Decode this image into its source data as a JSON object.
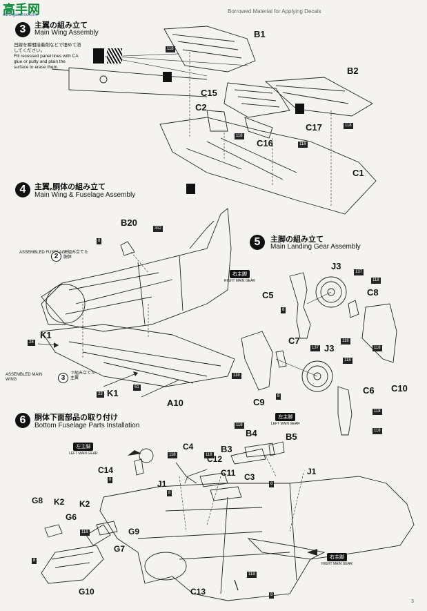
{
  "watermark": {
    "site_cn": "高手网",
    "site_url": "www.gaoshou.com"
  },
  "header_text": "Borrowed Material for Applying Decals",
  "step3": {
    "num": "3",
    "title_jp": "主翼の組み立て",
    "title_en": "Main Wing Assembly",
    "note_jp": "凹線を瞬間接着剤などで埋めて消してください。",
    "note_en": [
      "Fill recessed panel lines with CA",
      "glue or putty and plain the",
      "surface to erase them."
    ],
    "parts": [
      "B1",
      "B2",
      "C15",
      "C2",
      "C17",
      "C16",
      "C1"
    ]
  },
  "step4": {
    "num": "4",
    "title_jp": "主翼,胴体の組み立て",
    "title_en": "Main Wing & Fuselage Assembly",
    "parts": [
      "B20",
      "K1",
      "K1",
      "A10"
    ],
    "assembled_fuselage": {
      "en": "ASSEMBLED FUSELAGE",
      "num": "2",
      "jp": "で組み立てた胴体"
    },
    "assembled_wing": {
      "en": "ASSEMBLED MAIN WING",
      "num": "3",
      "jp": "で組み立てた主翼"
    }
  },
  "step5": {
    "num": "5",
    "title_jp": "主脚の組み立て",
    "title_en": "Main Landing Gear Assembly",
    "parts": [
      "J3",
      "C5",
      "C8",
      "C7",
      "J3",
      "C10",
      "C9",
      "C6"
    ],
    "right_gear": {
      "jp": "右主脚",
      "en": "RIGHT MAIN GEAR"
    },
    "left_gear": {
      "jp": "左主脚",
      "en": "LEFT MAIN GEAR"
    }
  },
  "step6": {
    "num": "6",
    "title_jp": "胴体下面部品の取り付け",
    "title_en": "Bottom Fuselage Parts Installation",
    "parts": [
      "B4",
      "B5",
      "B3",
      "C4",
      "C12",
      "C14",
      "J1",
      "C11",
      "C3",
      "J1",
      "G8",
      "K2",
      "K2",
      "G6",
      "G9",
      "G7",
      "G10",
      "C13"
    ],
    "left_gear": {
      "jp": "左主脚",
      "en": "LEFT MAIN GEAR"
    },
    "right_gear": {
      "jp": "右主脚",
      "en": "RIGHT MAIN GEAR"
    }
  },
  "paint_codes": [
    "118",
    "118",
    "118",
    "118",
    "312",
    "8",
    "28",
    "23",
    "61",
    "137",
    "118",
    "8",
    "118",
    "137",
    "118",
    "118",
    "118",
    "8",
    "118",
    "118",
    "118",
    "118",
    "118",
    "8",
    "8",
    "8",
    "118",
    "8"
  ],
  "page_number": "3"
}
